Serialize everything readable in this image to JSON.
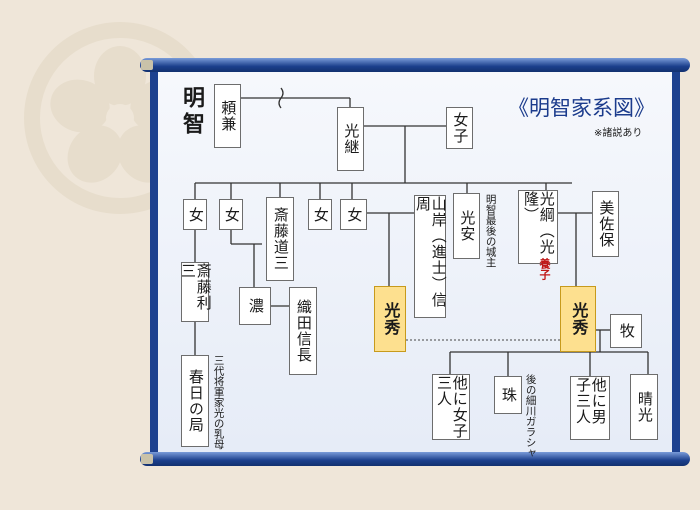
{
  "clan_name": "明智",
  "title": "《明智家系図》",
  "title_note": "※諸説あり",
  "people": {
    "yorikane": "頼兼",
    "mitsutsugu": "光継",
    "wife_of_mitsutsugu": "女子",
    "daughter_1": "女",
    "daughter_2": "女",
    "daughter_3": "女",
    "daughter_4": "女",
    "saito_dosan": "斎藤道三",
    "yamagishi": "山岸︵進士︶信周",
    "mitsuyasu": "光安",
    "mitsutsuna": "光綱︵光隆︶",
    "misaho": "美佐保",
    "saito_toshimitsu": "斎藤利三",
    "kasuga": "春日の局",
    "nohime": "濃",
    "oda_nobunaga": "織田信長",
    "mitsuhide": "光秀",
    "maki": "牧",
    "other_daughters": "他に女子三人",
    "tama": "珠",
    "other_sons": "他に男子三人",
    "harumitsu": "晴光"
  },
  "notes": {
    "last_castle_lord": "明智最後の城主",
    "iemitsu_nurse": "三代将軍家光の乳母",
    "hosokawa_gracia": "後の細川ガラシャ",
    "adopted": "養子"
  }
}
